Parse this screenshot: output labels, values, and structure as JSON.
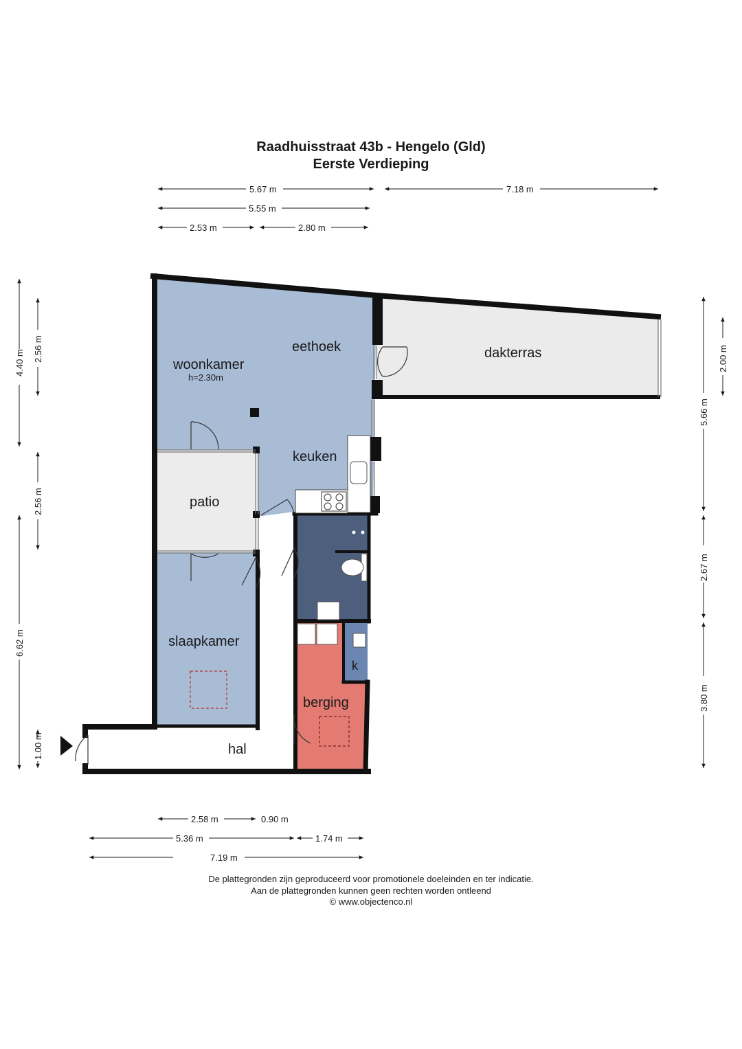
{
  "header": {
    "address": "Raadhuisstraat 43b - Hengelo (Gld)",
    "floor": "Eerste Verdieping"
  },
  "rooms": {
    "woonkamer": "woonkamer",
    "woonkamer_height": "h=2.30m",
    "eethoek": "eethoek",
    "keuken": "keuken",
    "dakterras": "dakterras",
    "patio": "patio",
    "slaapkamer": "slaapkamer",
    "hal": "hal",
    "berging": "berging",
    "k": "k"
  },
  "dimensions": {
    "top": [
      "5.67 m",
      "7.18 m",
      "5.55 m",
      "2.53 m",
      "2.80 m"
    ],
    "left": [
      "4.40 m",
      "2.56 m",
      "2.56 m",
      "6.62 m",
      "1.00 m"
    ],
    "right": [
      "2.00 m",
      "5.66 m",
      "2.67 m",
      "3.80 m"
    ],
    "bottom": [
      "2.58 m",
      "0.90 m",
      "5.36 m",
      "1.74 m",
      "7.19 m"
    ]
  },
  "colors": {
    "living": "#a9bcd6",
    "terrace": "#ebebeb",
    "patio": "#ececec",
    "bathroom": "#4e5f7e",
    "storage": "#e47b72",
    "hall": "#ffffff",
    "wall": "#111111"
  },
  "footer": {
    "line1": "De plattegronden zijn geproduceerd voor promotionele doeleinden en ter indicatie.",
    "line2": "Aan de plattegronden kunnen geen rechten worden ontleend",
    "line3": "© www.objectenco.nl"
  }
}
